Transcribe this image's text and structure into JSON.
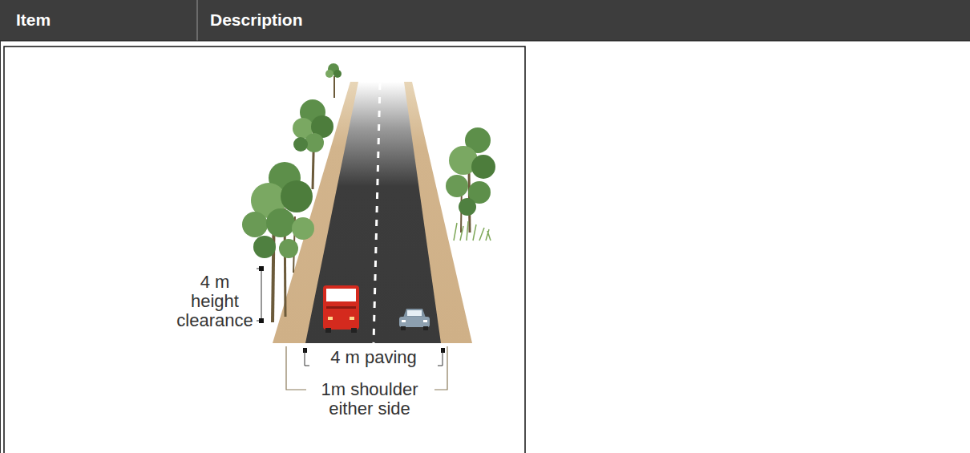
{
  "diagram": {
    "labels": [
      "Item",
      "Description",
      "4 m height clearance",
      "4 m paving",
      "1m shoulder either side"
    ]
  }
}
